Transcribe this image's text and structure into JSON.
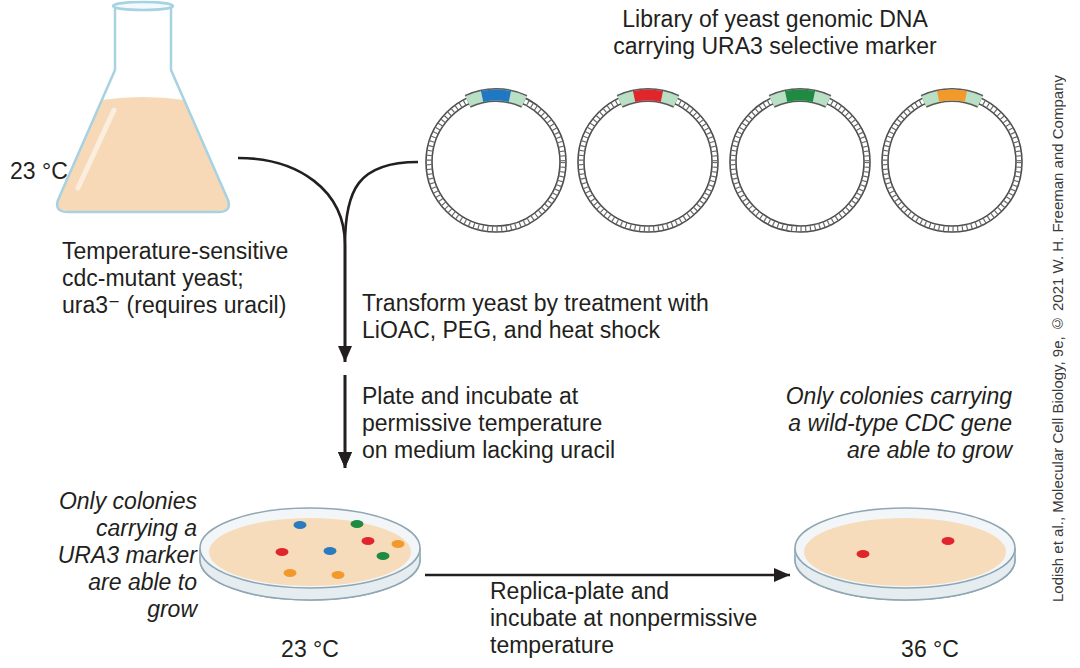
{
  "diagram": {
    "nodes": [
      {
        "text": [
          "23 °C",
          "Temperature-sensitive cdc-mutant yeast; ura3⁻ (requires uracil)"
        ]
      },
      {
        "text": [
          "Library of yeast genomic DNA carrying URA3 selective marker"
        ]
      },
      {
        "text": [
          "Only colonies carrying a URA3 marker are able to grow",
          "23 °C"
        ]
      },
      {
        "text": [
          "Only colonies carrying a wild-type CDC gene are able to grow",
          "36 °C"
        ]
      }
    ],
    "edges": [
      {
        "from": 0,
        "to": 2,
        "arrow": "to"
      },
      {
        "from": 1,
        "to": 2,
        "arrow": "to"
      },
      {
        "from": 2,
        "to": 3,
        "arrow": "to",
        "label": "Replica-plate and incubate at nonpermissive temperature"
      }
    ],
    "labels": [
      "Transform yeast by treatment with LiOAC, PEG, and heat shock",
      "Plate and incubate at permissive temperature on medium lacking uracil",
      "Lodish et al., Molecular Cell Biology, 9e, © 2021 W. H. Freeman and Company"
    ]
  }
}
